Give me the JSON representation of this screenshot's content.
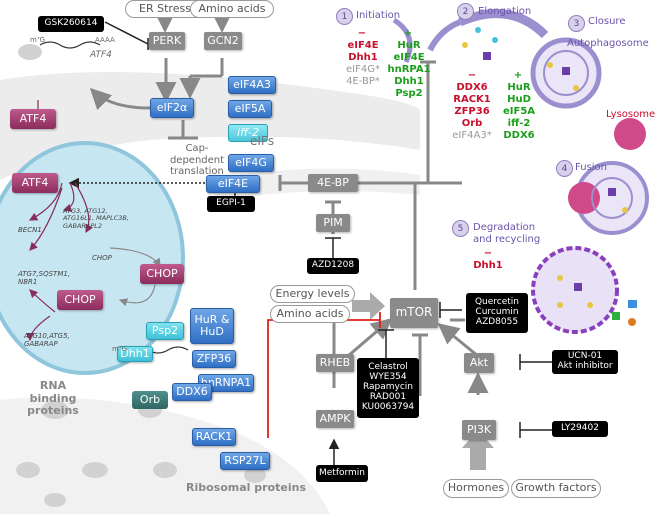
{
  "inhibitors": {
    "gsk": "GSK260614",
    "egpi": "EGPI-1",
    "azd1208": "AZD1208",
    "mtor_drugs": "Quercetin\nCurcumin\nAZD8055",
    "akt_drugs": "UCN-01\nAkt inhibitor",
    "rapalogs": "Celastrol\nWYE354\nRapamycin\nRAD001\nKU0063794",
    "ly": "LY29402",
    "metformin": "Metformin"
  },
  "stimuli": {
    "er_stress": "ER Stress",
    "amino_acids_top": "Amino acids",
    "energy": "Energy levels",
    "amino_acids": "Amino acids",
    "hormones": "Hormones",
    "growth_factors": "Growth factors"
  },
  "nodes": {
    "perk": "PERK",
    "gcn2": "GCN2",
    "eif2a": "eIF2α",
    "eif4a3": "eIF4A3",
    "eif5a": "eIF5A",
    "iff2": "iff-2",
    "eif4g": "eIF4G",
    "eif4e": "eIF4E",
    "fourebp": "4E-BP",
    "pim": "PIM",
    "mtor": "mTOR",
    "rheb": "RHEB",
    "ampk": "AMPK",
    "akt": "Akt",
    "pi3k": "PI3K",
    "atf4_cyto": "ATF4",
    "atf4_nuc": "ATF4",
    "chop_out": "CHOP",
    "chop_in": "CHOP",
    "psp2": "Psp2",
    "hur_hud": "HuR &\nHuD",
    "dhh1": "Dhh1",
    "zfp36": "ZFP36",
    "hnrnpa1": "hnRNPA1",
    "ddx6": "DDX6",
    "orb": "Orb",
    "rack1": "RACK1",
    "rsp27l": "RSP27L"
  },
  "labels": {
    "eifs": "eIFs",
    "cap_dep": "Cap-dependent\ntranslation",
    "rbp": "RNA binding\nproteins",
    "ribosomal": "Ribosomal proteins",
    "atf4_mrna": "ATF4",
    "m7g": "m⁷G",
    "aaaa": "AAAA",
    "becn1": "BECN1",
    "gene_group3": "ATG3, ATG12,\nATG16L1, MAPLC3B,\nGABARAPL2",
    "chop_gene": "CHOP",
    "gene_group2": "ATG7,SQSTM1,\nNBR1",
    "gene_group1": "ATG10,ATG5,\nGABARAP",
    "autophagosome": "Autophagosome",
    "lysosome": "Lysosome"
  },
  "stages": [
    {
      "num": "1",
      "title": "Initiation"
    },
    {
      "num": "2",
      "title": "Elongation"
    },
    {
      "num": "3",
      "title": "Closure"
    },
    {
      "num": "4",
      "title": "Fusion"
    },
    {
      "num": "5",
      "title": "Degradation\nand recycling"
    }
  ],
  "initiation": {
    "minus": "−",
    "red": "eIF4E\nDhh1",
    "grey": "eIF4G*\n4E-BP*",
    "plus": "+",
    "green": "HuR\neIF4E\nhnRPA1\nDhh1\nPsp2"
  },
  "elongation": {
    "minus": "−",
    "red": "DDX6\nRACK1\nZFP36\nOrb",
    "grey": "eIF4A3*",
    "plus": "+",
    "green": "HuR\nHuD\neIF5A\niff-2\nDDX6"
  },
  "degradation": {
    "minus": "−",
    "red": "Dhh1"
  },
  "colors": {
    "blue": "#2f6fc4",
    "cyan": "#3fc0d6",
    "pink": "#8a2c5c",
    "teal": "#2f6663",
    "red_line": "#e0201a",
    "inhib_red": "#c8102e",
    "act_green": "#1a9e1a",
    "purple": "#6a55a8"
  }
}
